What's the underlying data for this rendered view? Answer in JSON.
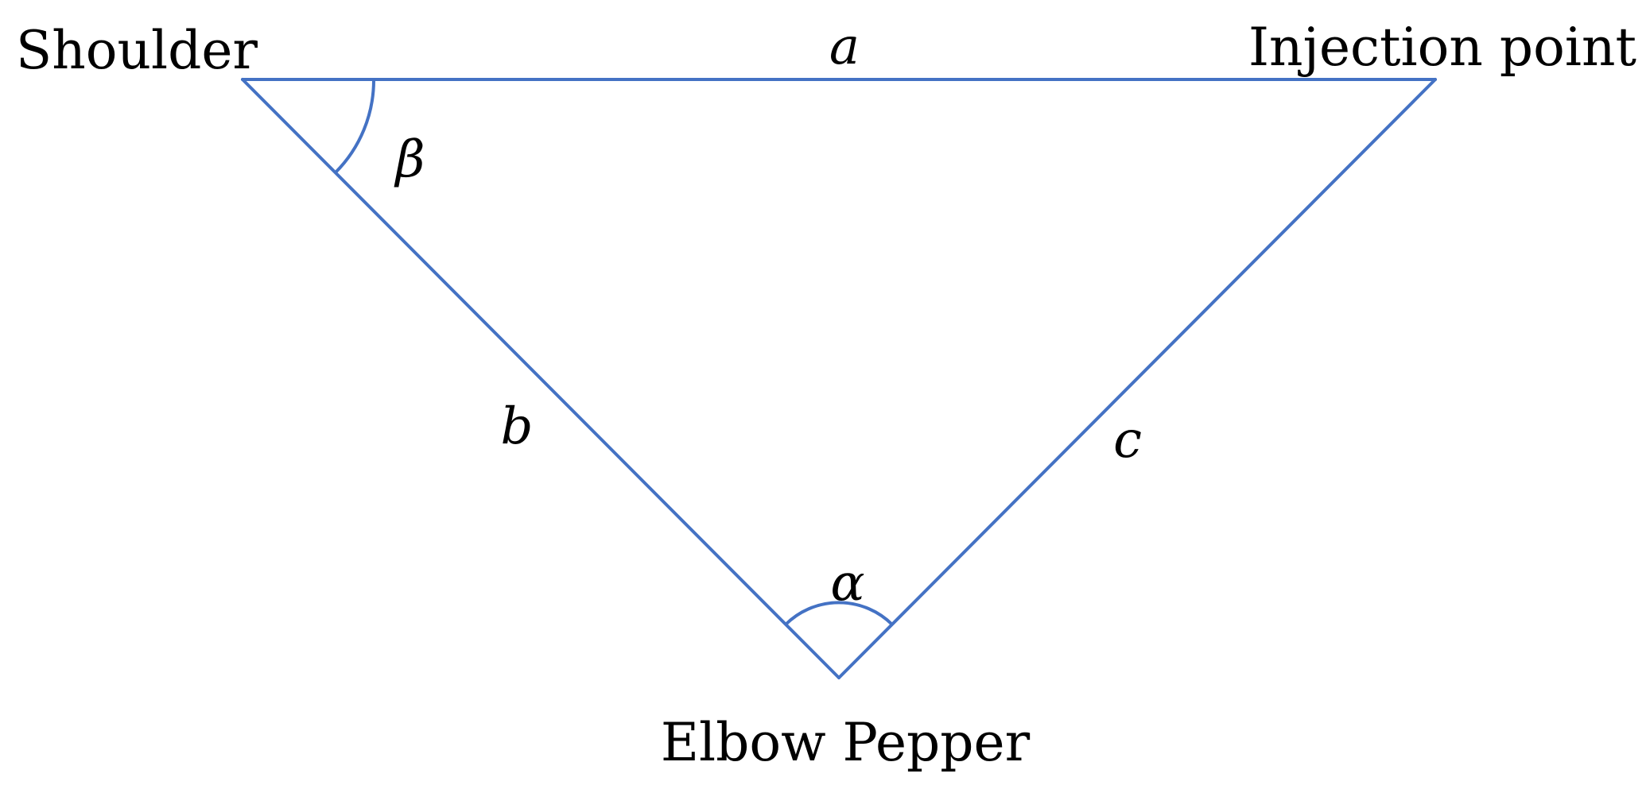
{
  "vertices": {
    "shoulder": "Shoulder",
    "injection_point": "Injection point",
    "elbow": "Elbow Pepper"
  },
  "sides": {
    "a": "a",
    "b": "b",
    "c": "c"
  },
  "angles": {
    "alpha": "α",
    "beta": "β"
  },
  "colors": {
    "line": "#4472C4",
    "text": "#000000"
  }
}
